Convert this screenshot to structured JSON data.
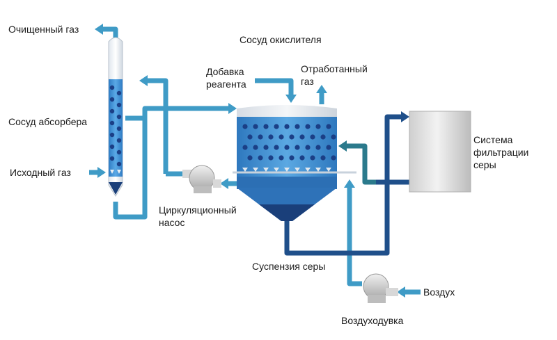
{
  "labels": {
    "clean_gas": "Очищенный газ",
    "oxidizer_vessel": "Сосуд окислителя",
    "reagent_line1": "Добавка",
    "reagent_line2": "реагента",
    "spent_gas_line1": "Отработанный",
    "spent_gas_line2": "газ",
    "absorber_vessel": "Сосуд абсорбера",
    "filtration_line1": "Система",
    "filtration_line2": "фильтрации",
    "filtration_line3": "серы",
    "feed_gas": "Исходный газ",
    "circ_pump_line1": "Циркуляционный",
    "circ_pump_line2": "насос",
    "sulfur_slurry": "Суспензия серы",
    "air": "Воздух",
    "blower": "Воздуходувка"
  },
  "colors": {
    "pipe_light": "#3f9bc6",
    "pipe_dark": "#1f4f8a",
    "vessel_blue": "#3a8fd0",
    "vessel_dark": "#1a3f7a",
    "bubble": "#1b3f86",
    "gray": "#c8c8c8"
  }
}
